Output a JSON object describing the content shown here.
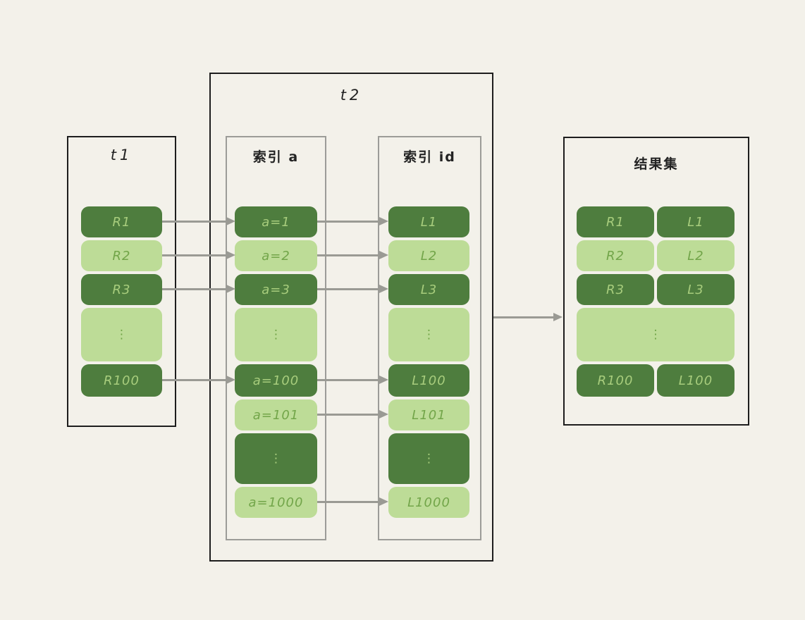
{
  "colors": {
    "background": "#f3f1ea",
    "dark_row": "#4e7d3e",
    "light_row": "#bddc97",
    "text_on_dark": "#a8cd7d",
    "text_on_light": "#72a549",
    "outer_border": "#1d1d1d",
    "inner_border": "#9c9c98",
    "arrow": "#9a9a94",
    "title_text": "#232323"
  },
  "diagram": {
    "t1": {
      "title": "t1",
      "rows": [
        {
          "label": "R1",
          "tone": "dark"
        },
        {
          "label": "R2",
          "tone": "light"
        },
        {
          "label": "R3",
          "tone": "dark"
        },
        {
          "label": "⋮",
          "tone": "light",
          "ellipsis": true
        },
        {
          "label": "R100",
          "tone": "dark"
        }
      ]
    },
    "t2": {
      "title": "t2",
      "index_a": {
        "title": "索引 a",
        "rows": [
          {
            "label": "a=1",
            "tone": "dark"
          },
          {
            "label": "a=2",
            "tone": "light"
          },
          {
            "label": "a=3",
            "tone": "dark"
          },
          {
            "label": "⋮",
            "tone": "light",
            "ellipsis": true
          },
          {
            "label": "a=100",
            "tone": "dark"
          },
          {
            "label": "a=101",
            "tone": "light"
          },
          {
            "label": "⋮",
            "tone": "dark",
            "ellipsis": true
          },
          {
            "label": "a=1000",
            "tone": "light"
          }
        ]
      },
      "index_id": {
        "title": "索引 id",
        "rows": [
          {
            "label": "L1",
            "tone": "dark"
          },
          {
            "label": "L2",
            "tone": "light"
          },
          {
            "label": "L3",
            "tone": "dark"
          },
          {
            "label": "⋮",
            "tone": "light",
            "ellipsis": true
          },
          {
            "label": "L100",
            "tone": "dark"
          },
          {
            "label": "L101",
            "tone": "light"
          },
          {
            "label": "⋮",
            "tone": "dark",
            "ellipsis": true
          },
          {
            "label": "L1000",
            "tone": "light"
          }
        ]
      }
    },
    "result": {
      "title": "结果集",
      "rows": [
        {
          "left": "R1",
          "right": "L1",
          "tone": "dark"
        },
        {
          "left": "R2",
          "right": "L2",
          "tone": "light"
        },
        {
          "left": "R3",
          "right": "L3",
          "tone": "dark"
        },
        {
          "label": "⋮",
          "tone": "light",
          "ellipsis": true,
          "wide": true
        },
        {
          "left": "R100",
          "right": "L100",
          "tone": "dark"
        }
      ]
    },
    "arrows": [
      {
        "from": "t1.R1",
        "to": "index_a.a=1"
      },
      {
        "from": "t1.R2",
        "to": "index_a.a=2"
      },
      {
        "from": "t1.R3",
        "to": "index_a.a=3"
      },
      {
        "from": "t1.R100",
        "to": "index_a.a=100"
      },
      {
        "from": "index_a.a=1",
        "to": "index_id.L1"
      },
      {
        "from": "index_a.a=2",
        "to": "index_id.L2"
      },
      {
        "from": "index_a.a=3",
        "to": "index_id.L3"
      },
      {
        "from": "index_a.a=100",
        "to": "index_id.L100"
      },
      {
        "from": "index_a.a=101",
        "to": "index_id.L101"
      },
      {
        "from": "index_a.a=1000",
        "to": "index_id.L1000"
      },
      {
        "from": "t2",
        "to": "result"
      }
    ]
  }
}
